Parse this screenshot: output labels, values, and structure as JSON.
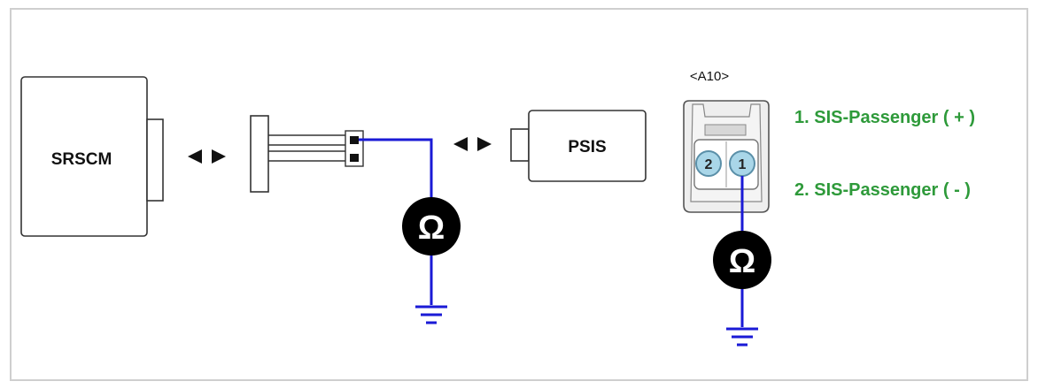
{
  "diagram": {
    "srscm_label": "SRSCM",
    "psis_label": "PSIS",
    "connector_label": "<A10>",
    "pin_1_number": "1",
    "pin_2_number": "2",
    "pin_1_desc": "1. SIS-Passenger ( + )",
    "pin_2_desc": "2. SIS-Passenger ( - )",
    "ohm_symbol": "Ω",
    "colors": {
      "wire": "#1a1ad6",
      "pin_label": "#2e9a3a",
      "pin_fill": "#a9d6e8",
      "outline": "#333333",
      "ohm_bg": "#000000"
    },
    "icons": [
      "bidirectional-arrow-icon",
      "ohm-meter-icon",
      "ground-icon"
    ]
  }
}
